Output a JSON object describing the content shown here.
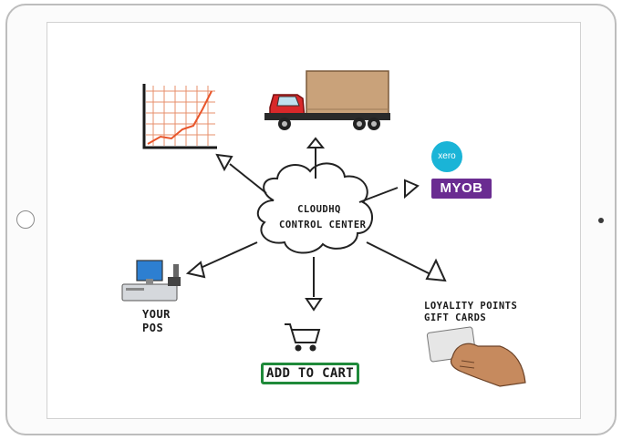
{
  "cloud": {
    "line1": "CLOUDHQ",
    "line2": "CONTROL CENTER"
  },
  "pos": {
    "line1": "YOUR",
    "line2": "POS"
  },
  "loyalty": {
    "line1": "LOYALITY POINTS",
    "line2": "GIFT CARDS"
  },
  "cart": {
    "label": "ADD TO CART"
  },
  "integrations": {
    "xero": "xero",
    "myob": "MYOB"
  },
  "colors": {
    "xero": "#1ab4d7",
    "myob": "#6a2c91",
    "cart_border": "#1f8a3a",
    "truck_cab": "#d8282a",
    "truck_box": "#c9a27a",
    "chart_grid": "#e06a3a"
  },
  "icons": [
    "growth-chart-icon",
    "delivery-truck-icon",
    "cloud-icon",
    "pos-terminal-icon",
    "shopping-cart-icon",
    "gift-card-hand-icon"
  ]
}
